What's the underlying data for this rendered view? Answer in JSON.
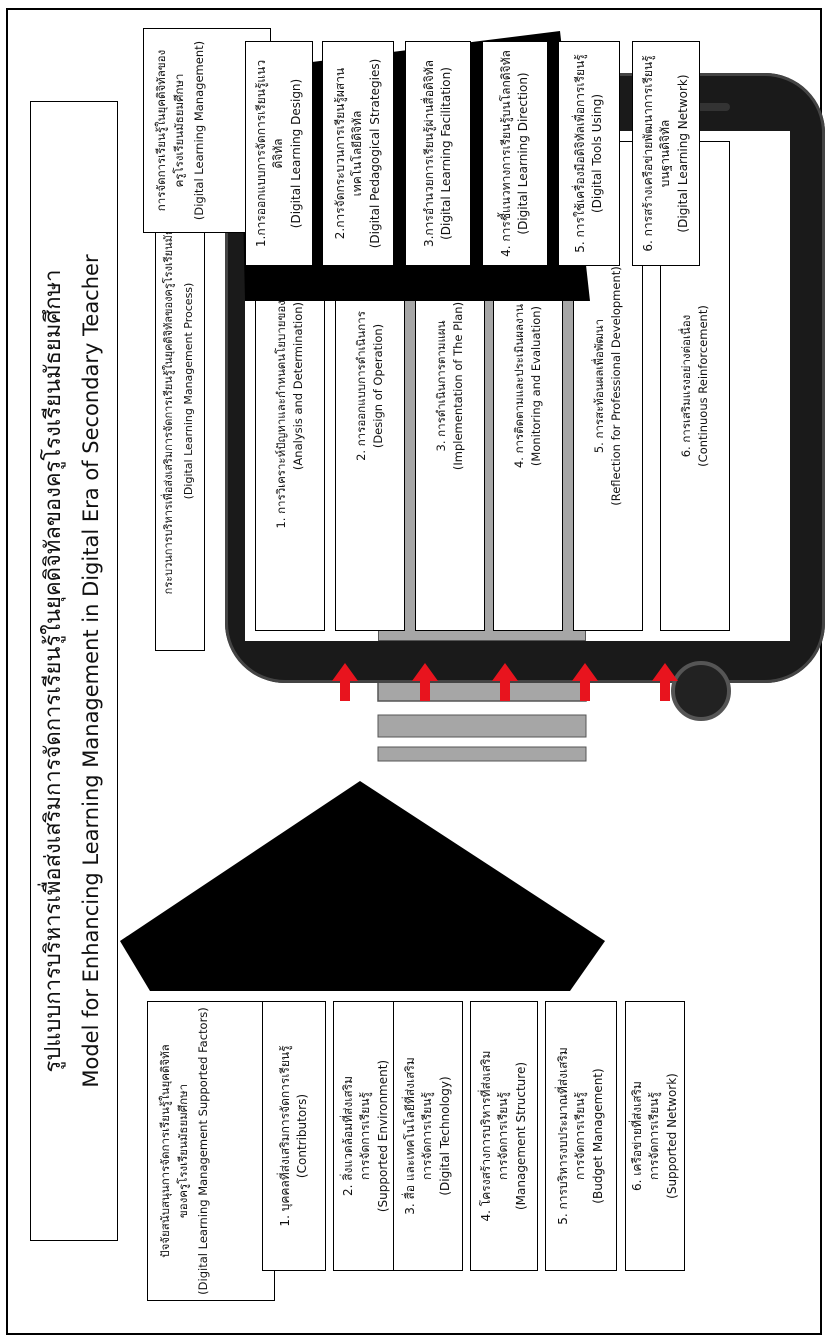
{
  "title": {
    "th": "รูปแบบการบริหารเพื่อส่งเสริมการจัดการเรียนรู้ในยุคดิจิทัลของครูโรงเรียนมัธยมศึกษา",
    "en": "Model for Enhancing Learning Management in Digital Era of Secondary Teacher"
  },
  "factors": {
    "heading_th1": "ปัจจัยสนับสนุนการจัดการเรียนรู้ในยุคดิจิทัล",
    "heading_th2": "ของครูโรงเรียนมัธยมศึกษา",
    "heading_en": "(Digital Learning Management Supported Factors)",
    "items": [
      {
        "th1": "1. บุคคลที่ส่งเสริมการจัดการเรียนรู้",
        "th2": "",
        "en": "(Contributors)"
      },
      {
        "th1": "2. สิ่งแวดล้อมที่ส่งเสริม",
        "th2": "การจัดการเรียนรู้",
        "en": "(Supported Environment)"
      },
      {
        "th1": "3. สื่อ และเทคโนโลยีที่ส่งเสริม",
        "th2": "การจัดการเรียนรู้",
        "en": "(Digital Technology)"
      },
      {
        "th1": "4. โครงสร้างการบริหารที่ส่งเสริม",
        "th2": "การจัดการเรียนรู้",
        "en": "(Management Structure)"
      },
      {
        "th1": "5. การบริหารงบประมาณที่ส่งเสริม",
        "th2": "การจัดการเรียนรู้",
        "en": "(Budget Management)"
      },
      {
        "th1": "6. เครือข่ายที่ส่งเสริม",
        "th2": "การจัดการเรียนรู้",
        "en": "(Supported Network)"
      }
    ]
  },
  "process": {
    "heading_th": "กระบวนการบริหารเพื่อส่งเสริมการจัดการเรียนรู้ในยุคดิจิทัลของครูโรงเรียนมัธยมศึกษา",
    "heading_en": "(Digital Learning Management Process)",
    "steps": [
      {
        "th": "1. การวิเคราะห์ปัญหาและกำหนดนโยบายของสถานศึกษา",
        "en": "(Analysis and Determination)"
      },
      {
        "th": "2. การออกแบบการดำเนินการ",
        "en": "(Design of Operation)"
      },
      {
        "th": "3. การดำเนินการตามแผน",
        "en": "(Implementation of The Plan)"
      },
      {
        "th": "4. การติดตามและประเมินผลงาน",
        "en": "(Monitoring and Evaluation)"
      },
      {
        "th": "5. การสะท้อนผลเพื่อพัฒนา",
        "en": "(Reflection for Professional Development)"
      },
      {
        "th": "6. การเสริมแรงอย่างต่อเนื่อง",
        "en": "(Continuous Reinforcement)"
      }
    ]
  },
  "outcome": {
    "heading_th1": "การจัดการเรียนรู้ในยุคดิจิทัลของ",
    "heading_th2": "ครูโรงเรียนมัธยมศึกษา",
    "heading_en": "(Digital Learning Management)",
    "items": [
      {
        "th1": "1.การออกแบบการจัดการเรียนรู้แนวดิจิทัล",
        "th2": "",
        "en": "(Digital Learning Design)"
      },
      {
        "th1": "2.การจัดกระบวนการเรียนรู้ผสาน",
        "th2": "เทคโนโลยีดิจิทัล",
        "en": "(Digital Pedagogical Strategies)"
      },
      {
        "th1": "3.การอำนวยการเรียนรู้ผ่านสื่อดิจิทัล",
        "th2": "",
        "en": "(Digital Learning Facilitation)"
      },
      {
        "th1": "4. การชี้แนวทางการเรียนรู้บนโลกดิจิทัล",
        "th2": "",
        "en": "(Digital Learning Direction)"
      },
      {
        "th1": "5. การใช้เครื่องมือดิจิทัลเพื่อการเรียนรู้",
        "th2": "",
        "en": "(Digital Tools Using)"
      },
      {
        "th1": "6. การสร้างเครือข่ายพัฒนาการเรียนรู้",
        "th2": "บนฐานดิจิทัล",
        "en": "(Digital Learning Network)"
      }
    ]
  },
  "colors": {
    "arrow": "#e8141e",
    "gray": "#a6a6a6",
    "phone": "#1a1a1a"
  },
  "icons": [
    "phone-frame",
    "home-button",
    "red-arrow-right"
  ]
}
